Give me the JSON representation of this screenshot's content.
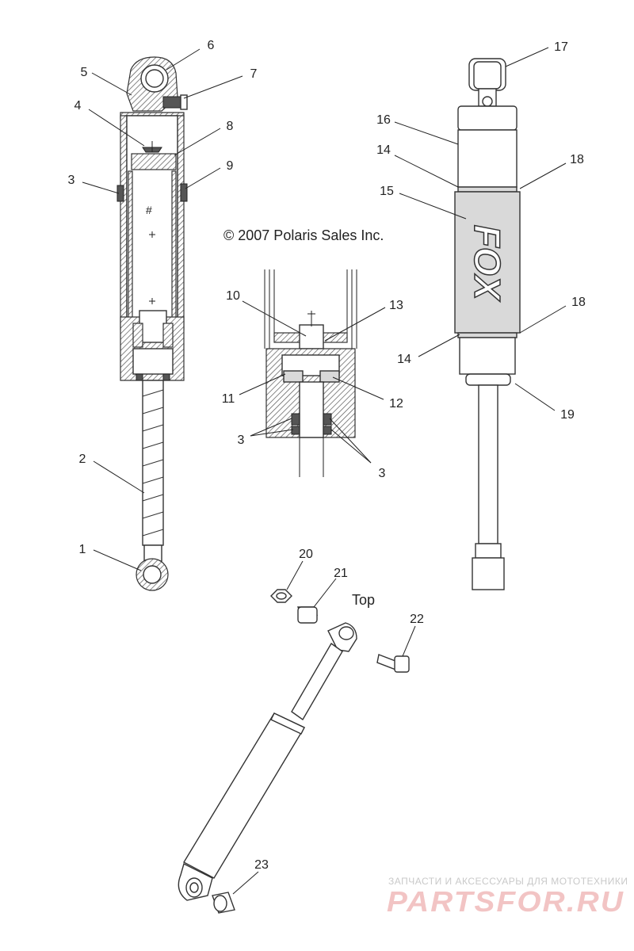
{
  "copyright": "© 2007 Polaris Sales Inc.",
  "orientation_label": "Top",
  "brand_marking": "FOX",
  "watermark": {
    "tagline": "ЗАПЧАСТИ И АКСЕССУАРЫ ДЛЯ МОТОТЕХНИКИ",
    "site": "PARTSFOR.RU"
  },
  "callouts": [
    {
      "id": "c1",
      "label": "1"
    },
    {
      "id": "c2",
      "label": "2"
    },
    {
      "id": "c3a",
      "label": "3"
    },
    {
      "id": "c3b",
      "label": "3"
    },
    {
      "id": "c3c",
      "label": "3"
    },
    {
      "id": "c4",
      "label": "4"
    },
    {
      "id": "c5",
      "label": "5"
    },
    {
      "id": "c6",
      "label": "6"
    },
    {
      "id": "c7",
      "label": "7"
    },
    {
      "id": "c8",
      "label": "8"
    },
    {
      "id": "c9",
      "label": "9"
    },
    {
      "id": "c10",
      "label": "10"
    },
    {
      "id": "c11",
      "label": "11"
    },
    {
      "id": "c12",
      "label": "12"
    },
    {
      "id": "c13",
      "label": "13"
    },
    {
      "id": "c14a",
      "label": "14"
    },
    {
      "id": "c14b",
      "label": "14"
    },
    {
      "id": "c15",
      "label": "15"
    },
    {
      "id": "c16",
      "label": "16"
    },
    {
      "id": "c17",
      "label": "17"
    },
    {
      "id": "c18a",
      "label": "18"
    },
    {
      "id": "c18b",
      "label": "18"
    },
    {
      "id": "c19",
      "label": "19"
    },
    {
      "id": "c20",
      "label": "20"
    },
    {
      "id": "c21",
      "label": "21"
    },
    {
      "id": "c22",
      "label": "22"
    },
    {
      "id": "c23",
      "label": "23"
    }
  ]
}
